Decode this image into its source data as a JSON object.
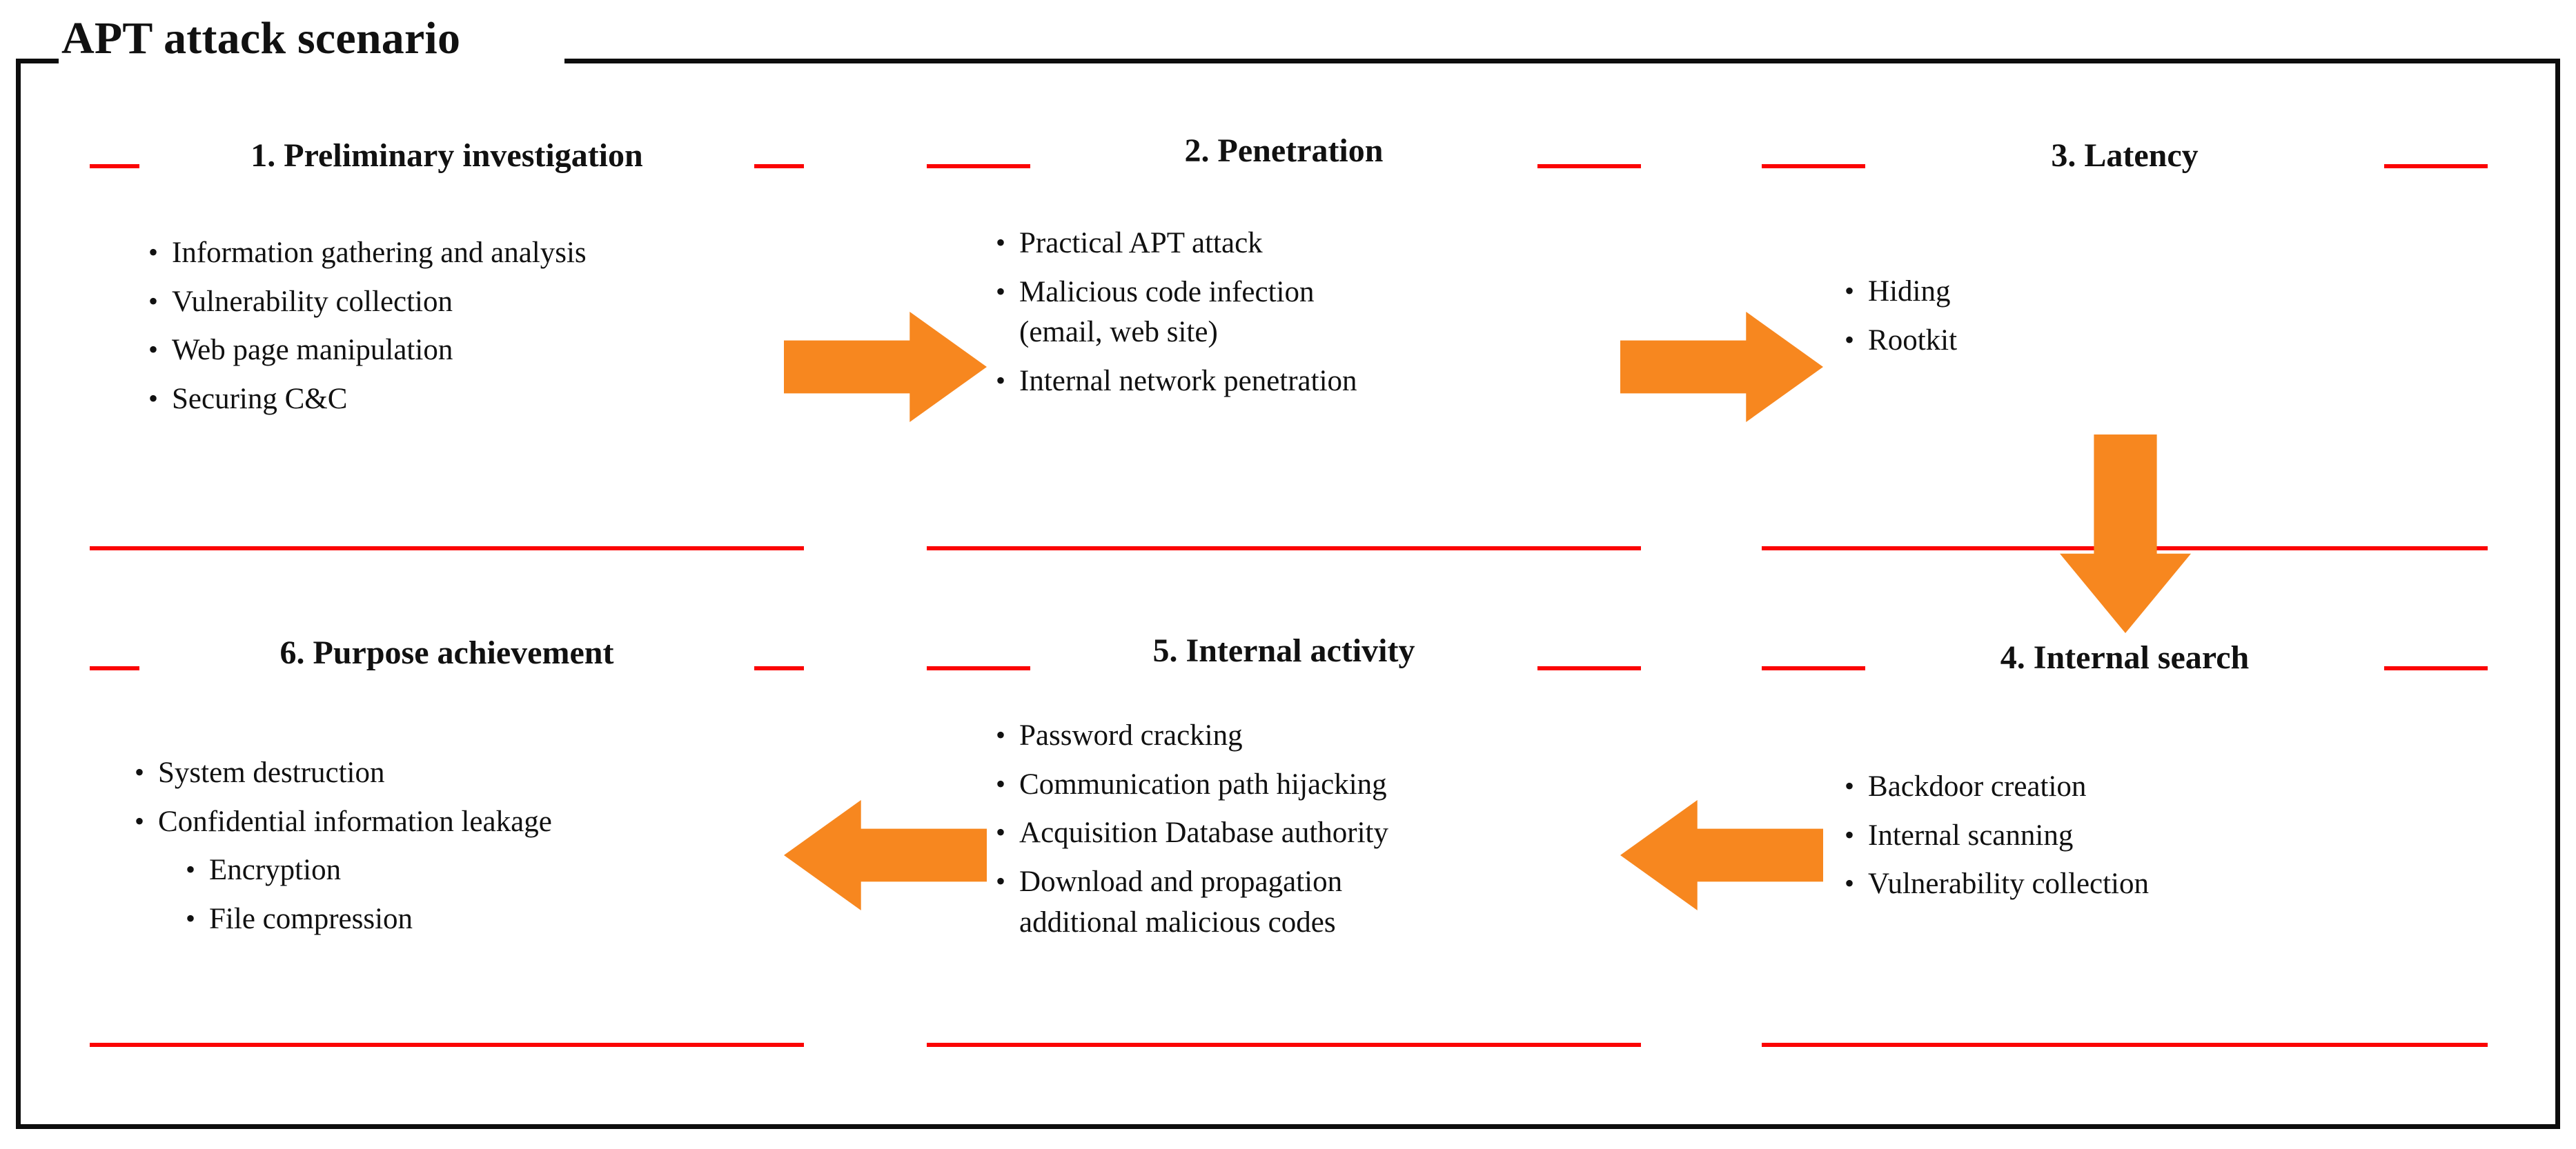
{
  "diagram": {
    "title": "APT attack scenario",
    "colors": {
      "frame": "#0d0d0d",
      "box_border": "#fb0404",
      "arrow": "#f7871f",
      "text": "#111111",
      "background": "#ffffff"
    }
  },
  "stages": [
    {
      "id": "stage-1",
      "title": "1. Preliminary investigation",
      "items": [
        {
          "text": "Information gathering and analysis",
          "level": 1,
          "continuation": false
        },
        {
          "text": "Vulnerability collection",
          "level": 1,
          "continuation": false
        },
        {
          "text": "Web page manipulation",
          "level": 1,
          "continuation": false
        },
        {
          "text": "Securing C&C",
          "level": 1,
          "continuation": false
        }
      ]
    },
    {
      "id": "stage-2",
      "title": "2. Penetration",
      "items": [
        {
          "text": "Practical APT attack",
          "level": 1,
          "continuation": false
        },
        {
          "text": "Malicious code infection",
          "level": 1,
          "continuation": false
        },
        {
          "text": "(email, web site)",
          "level": 1,
          "continuation": true
        },
        {
          "text": "Internal network penetration",
          "level": 1,
          "continuation": false
        }
      ]
    },
    {
      "id": "stage-3",
      "title": "3. Latency",
      "items": [
        {
          "text": "Hiding",
          "level": 1,
          "continuation": false
        },
        {
          "text": "Rootkit",
          "level": 1,
          "continuation": false
        }
      ]
    },
    {
      "id": "stage-4",
      "title": "4. Internal search",
      "items": [
        {
          "text": "Backdoor creation",
          "level": 1,
          "continuation": false
        },
        {
          "text": "Internal scanning",
          "level": 1,
          "continuation": false
        },
        {
          "text": "Vulnerability collection",
          "level": 1,
          "continuation": false
        }
      ]
    },
    {
      "id": "stage-5",
      "title": "5. Internal activity",
      "items": [
        {
          "text": "Password cracking",
          "level": 1,
          "continuation": false
        },
        {
          "text": "Communication path hijacking",
          "level": 1,
          "continuation": false
        },
        {
          "text": "Acquisition Database authority",
          "level": 1,
          "continuation": false
        },
        {
          "text": "Download and propagation",
          "level": 1,
          "continuation": false
        },
        {
          "text": "additional malicious codes",
          "level": 1,
          "continuation": true
        }
      ]
    },
    {
      "id": "stage-6",
      "title": "6. Purpose achievement",
      "items": [
        {
          "text": "System destruction",
          "level": 1,
          "continuation": false
        },
        {
          "text": "Confidential information leakage",
          "level": 1,
          "continuation": false
        },
        {
          "text": "Encryption",
          "level": 2,
          "continuation": false
        },
        {
          "text": "File compression",
          "level": 2,
          "continuation": false
        }
      ]
    }
  ],
  "arrows": [
    {
      "id": "arrow-1-to-2",
      "direction": "right",
      "from": "stage-1",
      "to": "stage-2"
    },
    {
      "id": "arrow-2-to-3",
      "direction": "right",
      "from": "stage-2",
      "to": "stage-3"
    },
    {
      "id": "arrow-3-to-4",
      "direction": "down",
      "from": "stage-3",
      "to": "stage-4"
    },
    {
      "id": "arrow-4-to-5",
      "direction": "left",
      "from": "stage-4",
      "to": "stage-5"
    },
    {
      "id": "arrow-5-to-6",
      "direction": "left",
      "from": "stage-5",
      "to": "stage-6"
    }
  ],
  "bullet_glyph": "•"
}
